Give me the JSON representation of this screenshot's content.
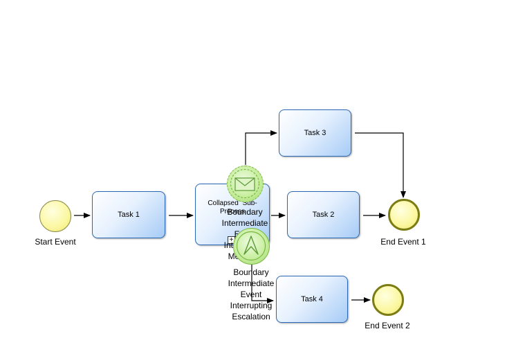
{
  "diagram": {
    "start_event": {
      "label": "Start Event"
    },
    "task1": {
      "label": "Task 1"
    },
    "subprocess": {
      "label": "Collapsed Sub-Process",
      "marker": "+"
    },
    "task2": {
      "label": "Task 2"
    },
    "task3": {
      "label": "Task 3"
    },
    "task4": {
      "label": "Task 4"
    },
    "end_event1": {
      "label": "End Event 1"
    },
    "end_event2": {
      "label": "End Event 2"
    },
    "boundary_message": {
      "icon": "envelope-icon",
      "label_lines": [
        "Boundary",
        "Intermediate",
        "Event",
        "Interrupting",
        "Message"
      ]
    },
    "boundary_escalation": {
      "icon": "escalation-arrow-icon",
      "label_lines": [
        "Boundary",
        "Intermediate",
        "Event",
        "Interrupting",
        "Escalation"
      ]
    },
    "colors": {
      "task_border": "#2b68b4",
      "event_fill": "#fbf7a0",
      "end_border": "#7b7c14",
      "boundary_border": "#77b843",
      "boundary_fill": "#c8ee9e"
    }
  }
}
